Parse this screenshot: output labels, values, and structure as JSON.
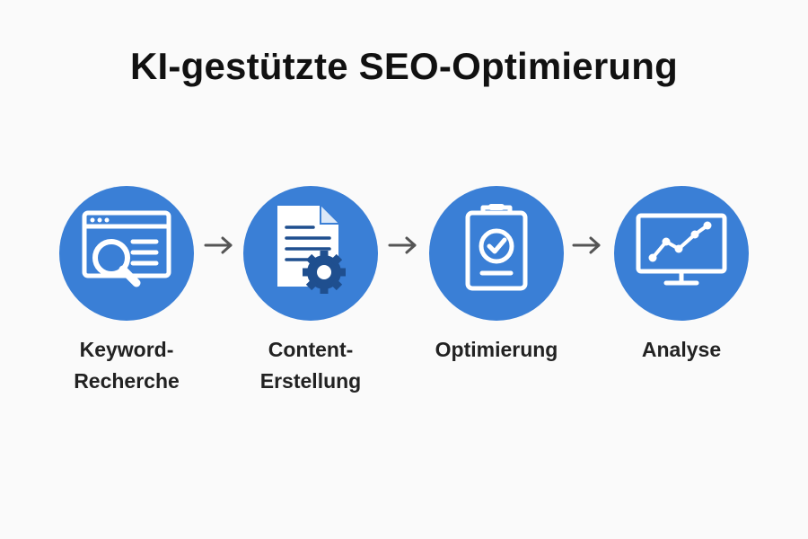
{
  "title": "KI-gestützte SEO-Optimierung",
  "accent_color": "#3a7fd6",
  "steps": [
    {
      "icon": "browser-search-icon",
      "line1": "Keyword-",
      "line2": "Recherche"
    },
    {
      "icon": "document-gear-icon",
      "line1": "Content-",
      "line2": "Erstellung"
    },
    {
      "icon": "clipboard-check-icon",
      "line1": "Optimierung",
      "line2": ""
    },
    {
      "icon": "monitor-chart-icon",
      "line1": "Analyse",
      "line2": ""
    }
  ]
}
